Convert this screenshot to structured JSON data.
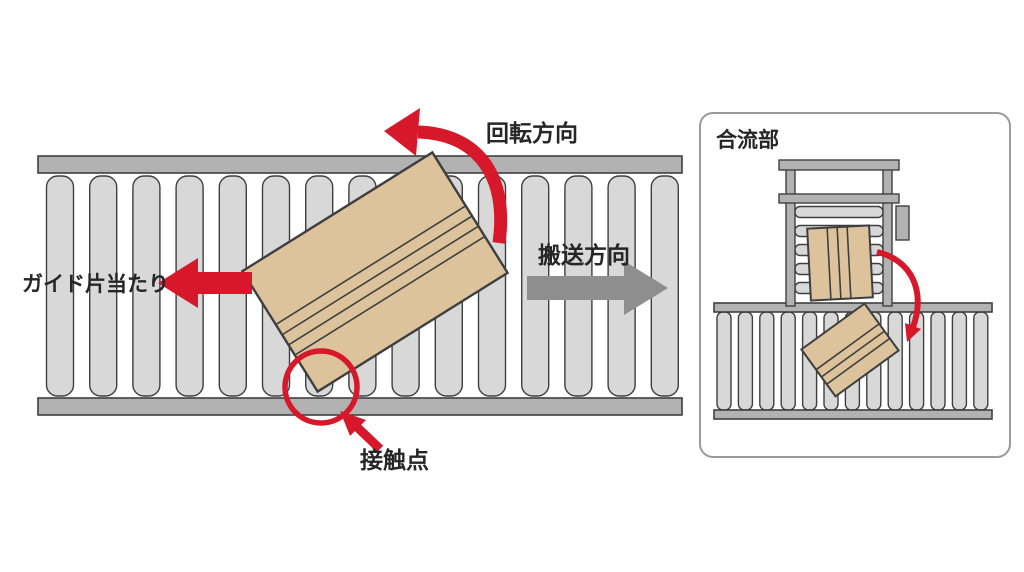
{
  "labels": {
    "rotation_direction": "回転方向",
    "transport_direction": "搬送方向",
    "guide_contact": "ガイド片当たり",
    "contact_point": "接触点",
    "merge_section": "合流部"
  },
  "colors": {
    "accent_red": "#d7182a",
    "arrow_gray": "#8e8e8e",
    "rail_gray": "#b2b2b2",
    "roller_gray": "#d8d8d8",
    "box_tan": "#dcc39c",
    "outline": "#3f3f3f"
  },
  "structure": {
    "main_conveyor_rollers": 15,
    "inset_bottom_rollers": 13,
    "inset_top_rollers": 5
  }
}
